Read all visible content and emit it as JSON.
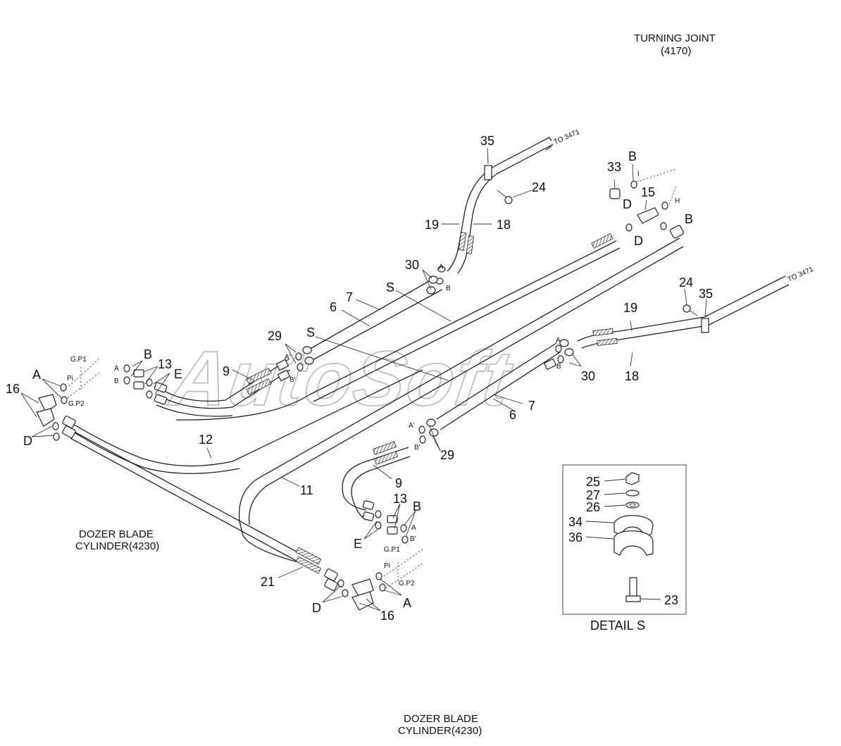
{
  "watermark": "AutoSoft",
  "labels": {
    "turning_joint": "TURNING JOINT",
    "turning_joint_code": "(4170)",
    "dozer_blade_left": "DOZER BLADE",
    "dozer_blade_left_code": "CYLINDER(4230)",
    "dozer_blade_bottom": "DOZER BLADE",
    "dozer_blade_bottom_code": "CYLINDER(4230)",
    "to_3471_top": "TO 3471",
    "to_3471_right": "TO 3471",
    "detail_s": "DETAIL  S"
  },
  "callouts": {
    "n35a": "35",
    "n24a": "24",
    "n19a": "19",
    "n18a": "18",
    "n30a": "30",
    "n33": "33",
    "nBa": "B",
    "n15": "15",
    "nDa": "D",
    "nBb": "B",
    "nDb": "D",
    "n24b": "24",
    "n35b": "35",
    "n19b": "19",
    "n18b": "18",
    "n30b": "30",
    "nSa": "S",
    "n7a": "7",
    "n6a": "6",
    "n29a": "29",
    "nSb": "S",
    "n9a": "9",
    "nBc": "B",
    "n13a": "13",
    "nEa": "E",
    "nAa": "A",
    "n16a": "16",
    "nDc": "D",
    "n12": "12",
    "n11": "11",
    "n7b": "7",
    "n6b": "6",
    "n29b": "29",
    "n9b": "9",
    "n13b": "13",
    "nBd": "B",
    "nEb": "E",
    "n21": "21",
    "nDd": "D",
    "n16b": "16",
    "nAb": "A",
    "n25": "25",
    "n27": "27",
    "n26": "26",
    "n34": "34",
    "n36": "36",
    "n23": "23"
  },
  "ports": {
    "A_prime_a": "A'",
    "B_prime_a": "B'",
    "A_small_a": "A",
    "B_small_a": "B",
    "A_prime_b": "A'",
    "B_prime_b": "B'",
    "A_small_b": "A",
    "B_small_b": "B",
    "A_small_c": "A",
    "B_small_c": "B",
    "A_small_d": "A",
    "B_small_d": "B'",
    "H": "H",
    "I": "I",
    "gp1_left": "G.P1",
    "pi_left": "Pi",
    "gp2_left": "G.P2",
    "gp1_bottom": "G.P1",
    "pi_bottom": "Pi",
    "gp2_bottom": "G.P2"
  }
}
